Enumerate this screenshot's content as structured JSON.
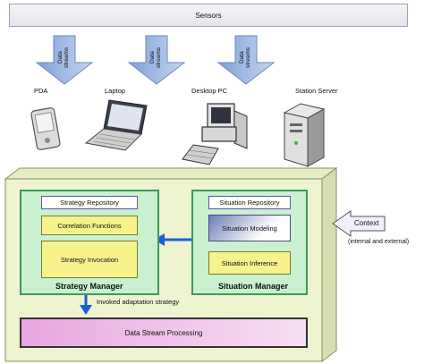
{
  "sensors": {
    "label": "Sensors"
  },
  "streams": {
    "label_line1": "Data",
    "label_line2": "streams"
  },
  "devices": [
    {
      "label": "PDA"
    },
    {
      "label": "Laptop"
    },
    {
      "label": "Desktop PC"
    },
    {
      "label": "Station Server"
    }
  ],
  "strategy_manager": {
    "title": "Strategy Manager",
    "repository": "Strategy Repository",
    "correlation": "Correlation Functions",
    "invocation": "Strategy Invocation"
  },
  "situation_manager": {
    "title": "Situation Manager",
    "repository": "Situation Repository",
    "modeling": "Situation Modeling",
    "inference": "Situation Inference"
  },
  "context": {
    "label": "Context",
    "sublabel": "(internal and external)"
  },
  "invoked": {
    "label": "Invoked adaptation strategy"
  },
  "processing": {
    "label": "Data Stream Processing"
  },
  "colors": {
    "arrow_blue": "#1a5fd8",
    "big_arrow_fill": "#9ab6e0",
    "manager_green": "#c9f0cf",
    "yellow": "#f6f28c",
    "pink": "#e8a6e0"
  }
}
